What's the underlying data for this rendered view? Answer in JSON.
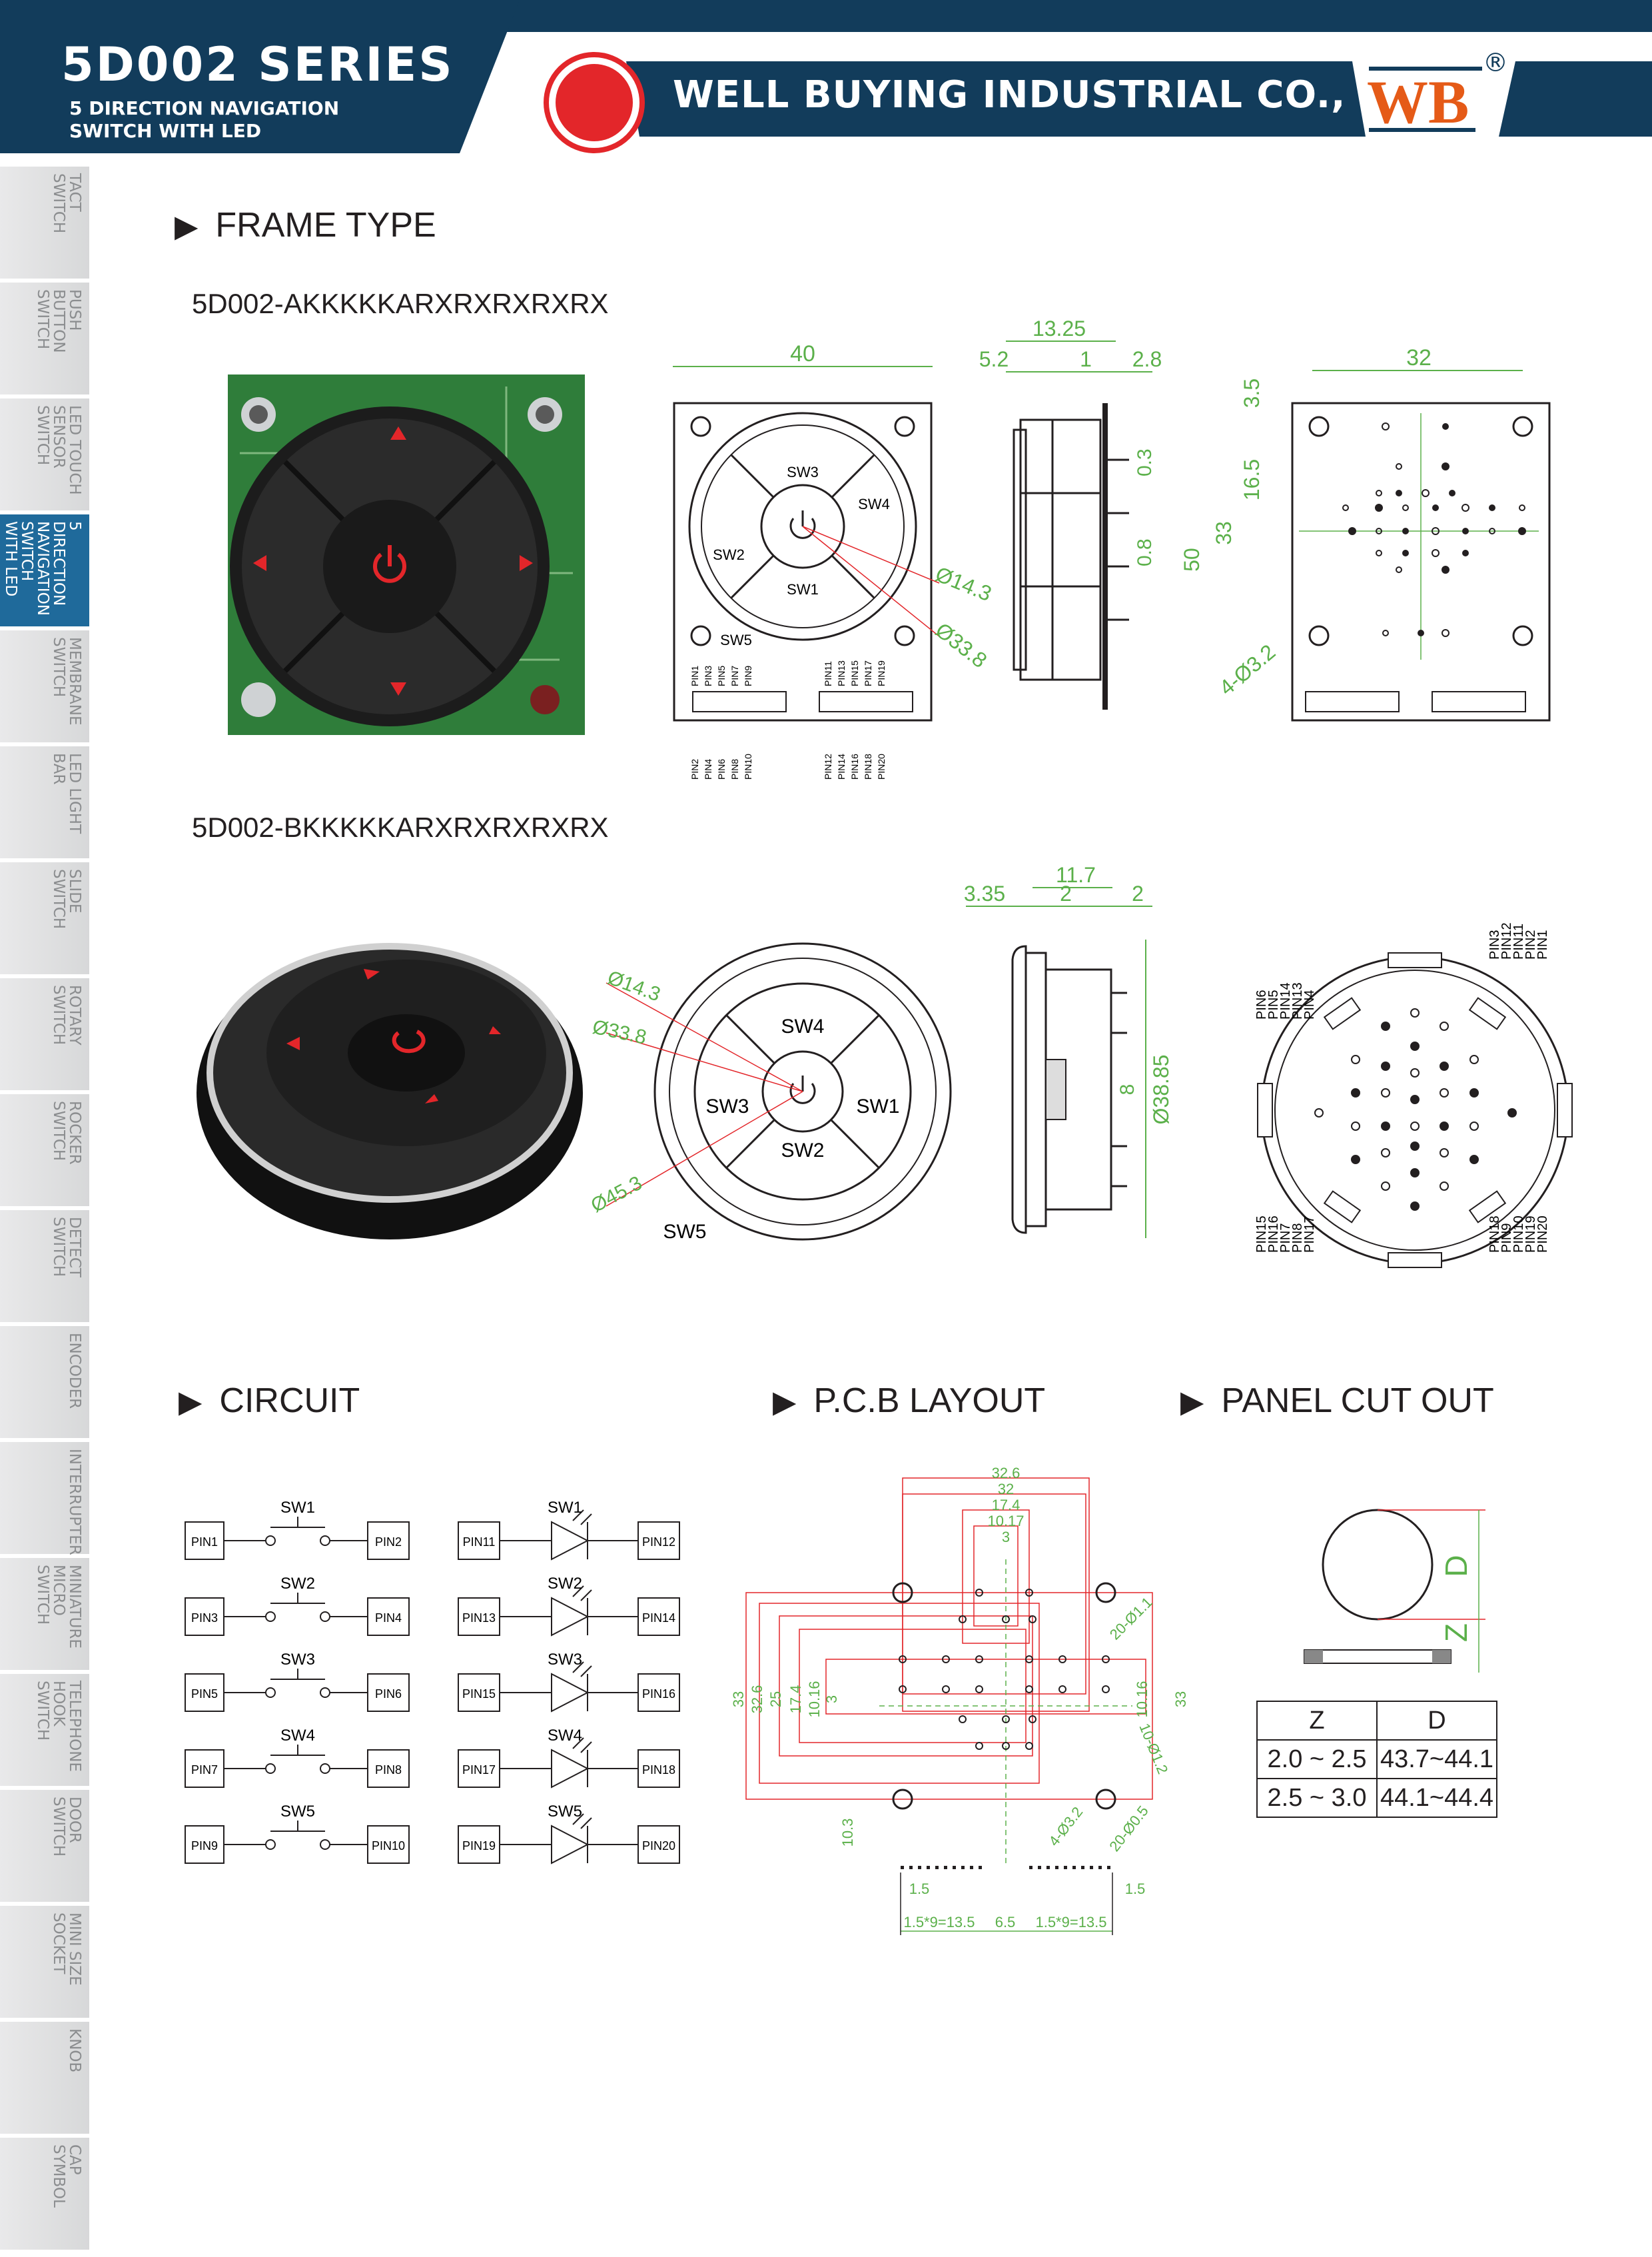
{
  "header": {
    "series": "5D002 SERIES",
    "subtitle_line1": "5 DIRECTION NAVIGATION",
    "subtitle_line2": "SWITCH WITH LED",
    "company": "WELL BUYING INDUSTRIAL CO., LTD",
    "logo_text": "WB",
    "registered": "®",
    "colors": {
      "navy": "#123c5b",
      "red": "#e3262a",
      "orange": "#e55a17"
    }
  },
  "sidebar": {
    "items": [
      {
        "label": "TACT\nSWITCH"
      },
      {
        "label": "PUSH\nBUTTON\nSWITCH"
      },
      {
        "label": "LED TOUCH\nSENSOR\nSWITCH"
      },
      {
        "label": "5 DIRECTION\nNAVIGATION\nSWITCH\nWITH LED"
      },
      {
        "label": "MEMBRANE\nSWITCH"
      },
      {
        "label": "LED LIGHT\nBAR"
      },
      {
        "label": "SLIDE\nSWITCH"
      },
      {
        "label": "ROTARY\nSWITCH"
      },
      {
        "label": "ROCKER\nSWITCH"
      },
      {
        "label": "DETECT\nSWITCH"
      },
      {
        "label": "ENCODER"
      },
      {
        "label": "INTERRUPTER"
      },
      {
        "label": "MINIATURE\nMICRO\nSWITCH"
      },
      {
        "label": "TELEPHONE\nHOOK\nSWITCH"
      },
      {
        "label": "DOOR\nSWITCH"
      },
      {
        "label": "MINI SIZE\nSOCKET"
      },
      {
        "label": "KNOB"
      },
      {
        "label": "CAP\nSYMBOL"
      }
    ],
    "active_index": 3
  },
  "frame_type": {
    "heading": "FRAME TYPE",
    "model_a": "5D002-AKKKKKARXRXRXRXRX",
    "model_b": "5D002-BKKKKKARXRXRXRXRX",
    "a_front": {
      "width": "40",
      "sw_labels": [
        "SW3",
        "SW4",
        "SW2",
        "SW1",
        "SW5"
      ],
      "dia_small": "Ø14.3",
      "dia_large": "Ø33.8",
      "pins_top": [
        "PIN1",
        "PIN3",
        "PIN5",
        "PIN7",
        "PIN9",
        "PIN11",
        "PIN13",
        "PIN15",
        "PIN17",
        "PIN19"
      ],
      "pins_bottom": [
        "PIN2",
        "PIN4",
        "PIN6",
        "PIN8",
        "PIN10",
        "PIN12",
        "PIN14",
        "PIN16",
        "PIN18",
        "PIN20"
      ]
    },
    "a_side": {
      "total": "13.25",
      "d1": "5.2",
      "d2": "1",
      "d3": "2.8",
      "d4": "0.3",
      "d5": "0.8"
    },
    "a_back": {
      "width": "32",
      "top": "3.5",
      "half": "16.5",
      "mid": "33",
      "height": "50",
      "holes": "4-Ø3.2"
    },
    "b_front": {
      "sw_labels": [
        "SW4",
        "SW3",
        "SW1",
        "SW2",
        "SW5"
      ],
      "dia_small": "Ø14.3",
      "dia_mid": "Ø33.8",
      "dia_large": "Ø45.3"
    },
    "b_side": {
      "total": "11.7",
      "d1": "3.35",
      "d2": "2",
      "d3": "2",
      "d4": "8",
      "dia": "Ø38.85"
    },
    "b_back": {
      "pins_tl": [
        "PIN6",
        "PIN5",
        "PIN14",
        "PIN13",
        "PIN4"
      ],
      "pins_tr": [
        "PIN3",
        "PIN12",
        "PIN11",
        "PIN2",
        "PIN1"
      ],
      "pins_bl": [
        "PIN15",
        "PIN16",
        "PIN7",
        "PIN8",
        "PIN17"
      ],
      "pins_br": [
        "PIN18",
        "PIN9",
        "PIN10",
        "PIN19",
        "PIN20"
      ]
    }
  },
  "circuit": {
    "heading": "CIRCUIT",
    "switches": [
      {
        "sw": "SW1",
        "a": "PIN1",
        "b": "PIN2"
      },
      {
        "sw": "SW2",
        "a": "PIN3",
        "b": "PIN4"
      },
      {
        "sw": "SW3",
        "a": "PIN5",
        "b": "PIN6"
      },
      {
        "sw": "SW4",
        "a": "PIN7",
        "b": "PIN8"
      },
      {
        "sw": "SW5",
        "a": "PIN9",
        "b": "PIN10"
      }
    ],
    "leds": [
      {
        "sw": "SW1",
        "a": "PIN11",
        "b": "PIN12"
      },
      {
        "sw": "SW2",
        "a": "PIN13",
        "b": "PIN14"
      },
      {
        "sw": "SW3",
        "a": "PIN15",
        "b": "PIN16"
      },
      {
        "sw": "SW4",
        "a": "PIN17",
        "b": "PIN18"
      },
      {
        "sw": "SW5",
        "a": "PIN19",
        "b": "PIN20"
      }
    ]
  },
  "pcb": {
    "heading": "P.C.B LAYOUT",
    "top_dims": [
      "32.6",
      "32",
      "17.4",
      "10.17",
      "3"
    ],
    "left_dims": [
      "33",
      "32.6",
      "25",
      "17.4",
      "10.16",
      "3"
    ],
    "right_dims": [
      "10.16",
      "33"
    ],
    "notes": [
      "20-Ø1.1",
      "10-Ø1.2",
      "4-Ø3.2",
      "20-Ø0.5"
    ],
    "bottom_dims": [
      "10.3",
      "1.5",
      "1.5",
      "1.5*9=13.5",
      "6.5",
      "1.5*9=13.5"
    ]
  },
  "panel": {
    "heading": "PANEL CUT OUT",
    "d_label": "D",
    "z_label": "Z",
    "table_header": [
      "Z",
      "D"
    ],
    "table_rows": [
      [
        "2.0 ~ 2.5",
        "43.7~44.1"
      ],
      [
        "2.5 ~ 3.0",
        "44.1~44.4"
      ]
    ]
  }
}
